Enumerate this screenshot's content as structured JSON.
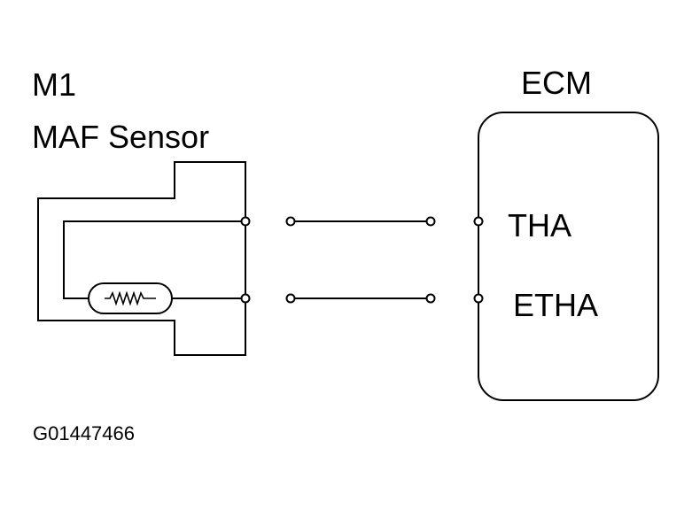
{
  "sensor": {
    "id": "M1",
    "name": "MAF Sensor"
  },
  "ecm": {
    "name": "ECM",
    "pins": [
      "THA",
      "ETHA"
    ]
  },
  "figure_code": "G01447466",
  "colors": {
    "line": "#000000",
    "background": "#ffffff"
  },
  "icons": {
    "thermistor": "resistor-zigzag-icon",
    "terminal": "open-circle-terminal-icon"
  }
}
